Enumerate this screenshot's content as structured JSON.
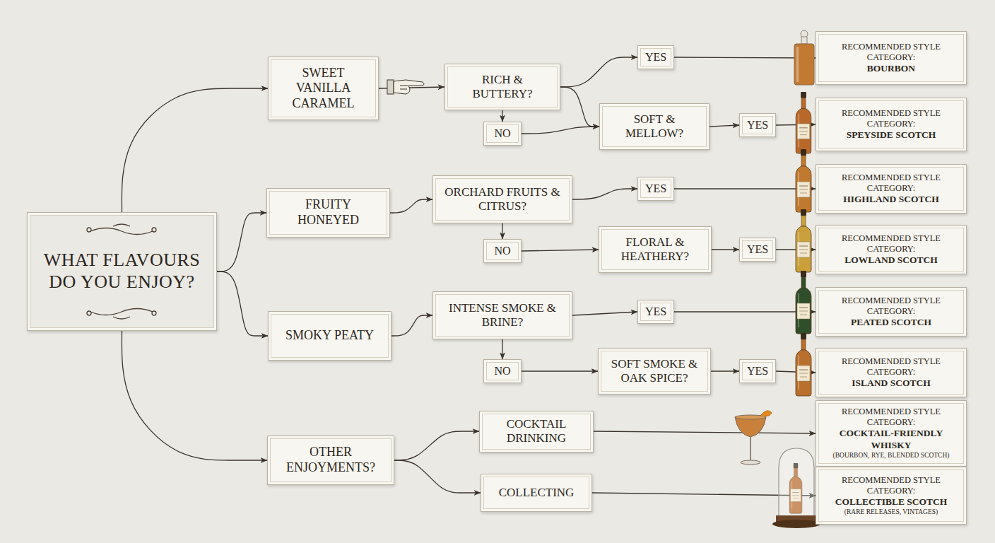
{
  "diagram": {
    "nodes": [
      {
        "text": [
          "WHAT FLAVOURS DO YOU ENJOY?"
        ]
      },
      {
        "text": [
          "SWEET VANILLA CARAMEL"
        ]
      },
      {
        "text": [
          "RICH & BUTTERY?"
        ]
      },
      {
        "text": [
          "YES"
        ]
      },
      {
        "text": [
          "RECOMMENDED STYLE CATEGORY:",
          "BOURBON"
        ]
      },
      {
        "text": [
          "NO"
        ]
      },
      {
        "text": [
          "SOFT & MELLOW?"
        ]
      },
      {
        "text": [
          "YES"
        ]
      },
      {
        "text": [
          "RECOMMENDED STYLE CATEGORY:",
          "SPEYSIDE SCOTCH"
        ]
      },
      {
        "text": [
          "FRUITY HONEYED"
        ]
      },
      {
        "text": [
          "ORCHARD FRUITS & CITRUS?"
        ]
      },
      {
        "text": [
          "YES"
        ]
      },
      {
        "text": [
          "RECOMMENDED STYLE CATEGORY:",
          "HIGHLAND SCOTCH"
        ]
      },
      {
        "text": [
          "NO"
        ]
      },
      {
        "text": [
          "FLORAL & HEATHERY?"
        ]
      },
      {
        "text": [
          "YES"
        ]
      },
      {
        "text": [
          "RECOMMENDED STYLE CATEGORY:",
          "LOWLAND SCOTCH"
        ]
      },
      {
        "text": [
          "SMOKY PEATY"
        ]
      },
      {
        "text": [
          "INTENSE SMOKE & BRINE?"
        ]
      },
      {
        "text": [
          "YES"
        ]
      },
      {
        "text": [
          "RECOMMENDED STYLE CATEGORY:",
          "PEATED SCOTCH"
        ]
      },
      {
        "text": [
          "NO"
        ]
      },
      {
        "text": [
          "SOFT SMOKE & OAK SPICE?"
        ]
      },
      {
        "text": [
          "YES"
        ]
      },
      {
        "text": [
          "RECOMMENDED STYLE CATEGORY:",
          "ISLAND SCOTCH"
        ]
      },
      {
        "text": [
          "OTHER ENJOYMENTS?"
        ]
      },
      {
        "text": [
          "COCKTAIL DRINKING"
        ]
      },
      {
        "text": [
          "RECOMMENDED STYLE CATEGORY:",
          "COCKTAIL-FRIENDLY WHISKY",
          "(BOURBON, RYE, BLENDED SCOTCH)"
        ]
      },
      {
        "text": [
          "COLLECTING"
        ]
      },
      {
        "text": [
          "RECOMMENDED STYLE CATEGORY:",
          "COLLECTIBLE SCOTCH",
          "(RARE RELEASES, VINTAGES)"
        ]
      }
    ],
    "edges": [
      {
        "from": 0,
        "to": 1,
        "arrow": "to"
      },
      {
        "from": 0,
        "to": 9,
        "arrow": "to"
      },
      {
        "from": 0,
        "to": 17,
        "arrow": "to"
      },
      {
        "from": 0,
        "to": 25,
        "arrow": "to"
      },
      {
        "from": 1,
        "to": 2,
        "arrow": "to"
      },
      {
        "from": 2,
        "to": 3,
        "arrow": "to"
      },
      {
        "from": 2,
        "to": 6,
        "arrow": "to"
      },
      {
        "from": 2,
        "to": 5,
        "arrow": "to"
      },
      {
        "from": 5,
        "to": 6,
        "arrow": "to"
      },
      {
        "from": 3,
        "to": 4,
        "arrow": "to"
      },
      {
        "from": 6,
        "to": 7,
        "arrow": "to"
      },
      {
        "from": 7,
        "to": 8,
        "arrow": "to"
      },
      {
        "from": 9,
        "to": 10,
        "arrow": "to"
      },
      {
        "from": 10,
        "to": 11,
        "arrow": "to"
      },
      {
        "from": 10,
        "to": 13,
        "arrow": "to"
      },
      {
        "from": 11,
        "to": 12,
        "arrow": "to"
      },
      {
        "from": 13,
        "to": 14,
        "arrow": "to"
      },
      {
        "from": 14,
        "to": 15,
        "arrow": "to"
      },
      {
        "from": 15,
        "to": 16,
        "arrow": "to"
      },
      {
        "from": 17,
        "to": 18,
        "arrow": "to"
      },
      {
        "from": 18,
        "to": 19,
        "arrow": "to"
      },
      {
        "from": 18,
        "to": 21,
        "arrow": "to"
      },
      {
        "from": 19,
        "to": 20,
        "arrow": "to"
      },
      {
        "from": 21,
        "to": 22,
        "arrow": "to"
      },
      {
        "from": 22,
        "to": 23,
        "arrow": "to"
      },
      {
        "from": 23,
        "to": 24,
        "arrow": "to"
      },
      {
        "from": 25,
        "to": 26,
        "arrow": "to"
      },
      {
        "from": 25,
        "to": 28,
        "arrow": "to"
      },
      {
        "from": 26,
        "to": 27,
        "arrow": "to"
      },
      {
        "from": 28,
        "to": 29,
        "arrow": "to"
      }
    ]
  }
}
